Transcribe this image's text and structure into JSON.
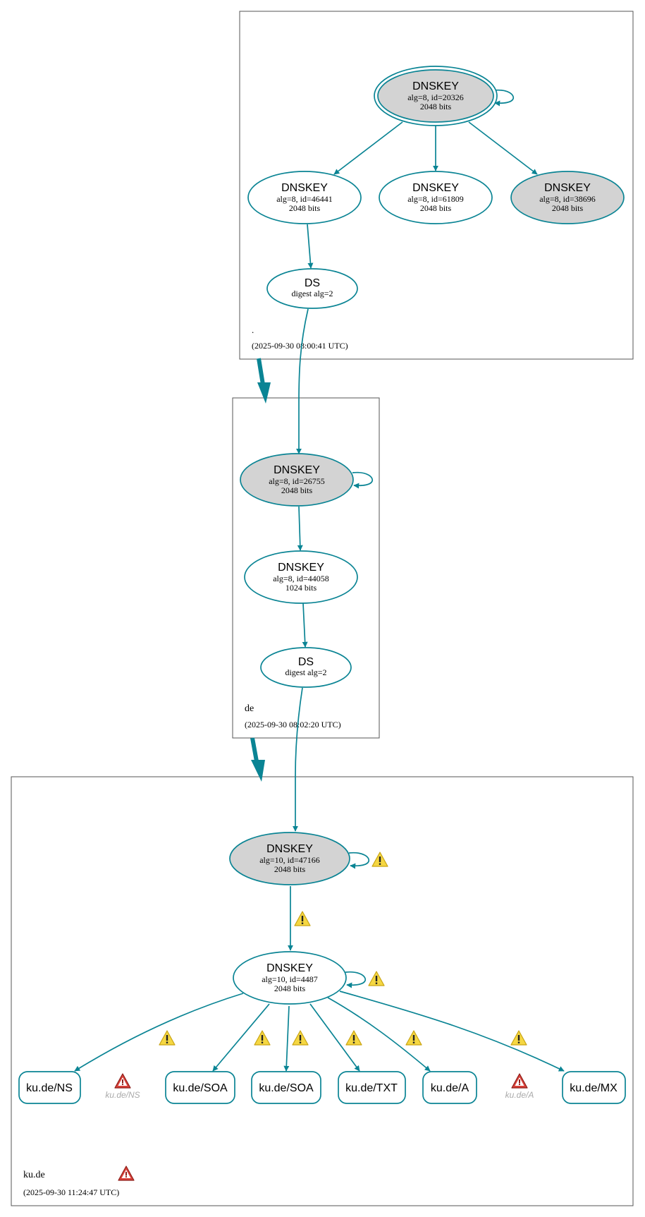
{
  "colors": {
    "edge": "#0a8494",
    "node_fill_sep": "#d3d3d3",
    "node_fill": "#ffffff",
    "zone_border": "#555555",
    "warning": "#f1c40f",
    "error": "#c0392b",
    "missing_text": "#aaaaaa"
  },
  "zones": {
    "root": {
      "name": ".",
      "timestamp": "(2025-09-30 08:00:41 UTC)"
    },
    "de": {
      "name": "de",
      "timestamp": "(2025-09-30 08:02:20 UTC)"
    },
    "kude": {
      "name": "ku.de",
      "timestamp": "(2025-09-30 11:24:47 UTC)"
    }
  },
  "nodes": {
    "root_ksk": {
      "title": "DNSKEY",
      "line1": "alg=8, id=20326",
      "line2": "2048 bits"
    },
    "root_46441": {
      "title": "DNSKEY",
      "line1": "alg=8, id=46441",
      "line2": "2048 bits"
    },
    "root_61809": {
      "title": "DNSKEY",
      "line1": "alg=8, id=61809",
      "line2": "2048 bits"
    },
    "root_38696": {
      "title": "DNSKEY",
      "line1": "alg=8, id=38696",
      "line2": "2048 bits"
    },
    "root_ds": {
      "title": "DS",
      "line1": "digest alg=2"
    },
    "de_ksk": {
      "title": "DNSKEY",
      "line1": "alg=8, id=26755",
      "line2": "2048 bits"
    },
    "de_zsk": {
      "title": "DNSKEY",
      "line1": "alg=8, id=44058",
      "line2": "1024 bits"
    },
    "de_ds": {
      "title": "DS",
      "line1": "digest alg=2"
    },
    "kude_ksk": {
      "title": "DNSKEY",
      "line1": "alg=10, id=47166",
      "line2": "2048 bits"
    },
    "kude_zsk": {
      "title": "DNSKEY",
      "line1": "alg=10, id=4487",
      "line2": "2048 bits"
    }
  },
  "records": {
    "ns": "ku.de/NS",
    "soa1": "ku.de/SOA",
    "soa2": "ku.de/SOA",
    "txt": "ku.de/TXT",
    "a": "ku.de/A",
    "mx": "ku.de/MX",
    "missing_ns": "ku.de/NS",
    "missing_a": "ku.de/A"
  },
  "icons": {
    "warning": "warning-triangle-icon",
    "error": "error-triangle-icon"
  }
}
